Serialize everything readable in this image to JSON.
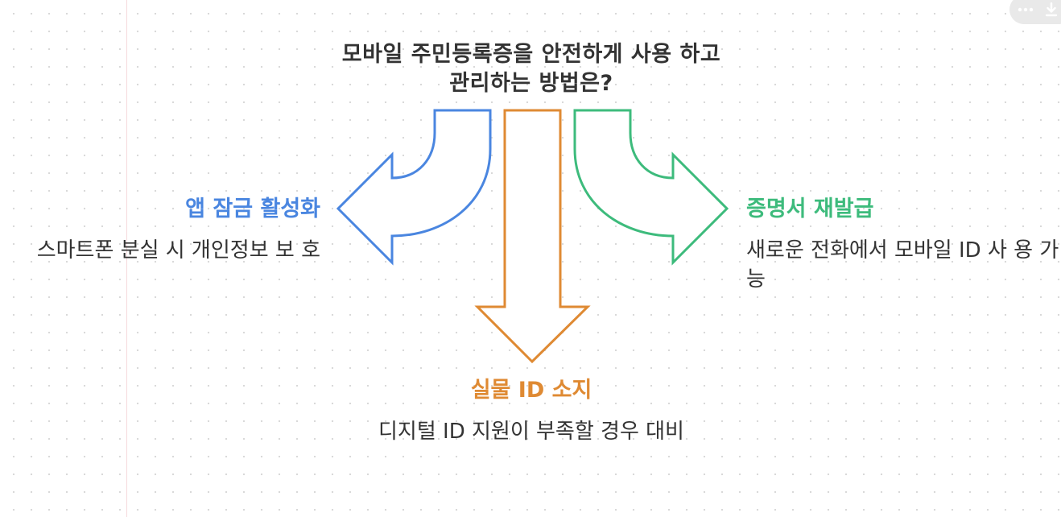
{
  "title": "모바일 주민등록증을 안전하게 사용 하고 관리하는 방법은?",
  "branches": [
    {
      "title": "앱 잠금 활성화",
      "description": "스마트폰 분실 시 개인정보 보 호",
      "color": "#4a86e0"
    },
    {
      "title": "실물 ID 소지",
      "description": "디지털 ID 지원이 부족할 경우 대비",
      "color": "#df8a33"
    },
    {
      "title": "증명서 재발급",
      "description": "새로운 전화에서 모바일 ID 사 용 가능",
      "color": "#3dbb7c"
    }
  ],
  "toolbar": {
    "icons": [
      "more-icon",
      "download-icon"
    ]
  }
}
